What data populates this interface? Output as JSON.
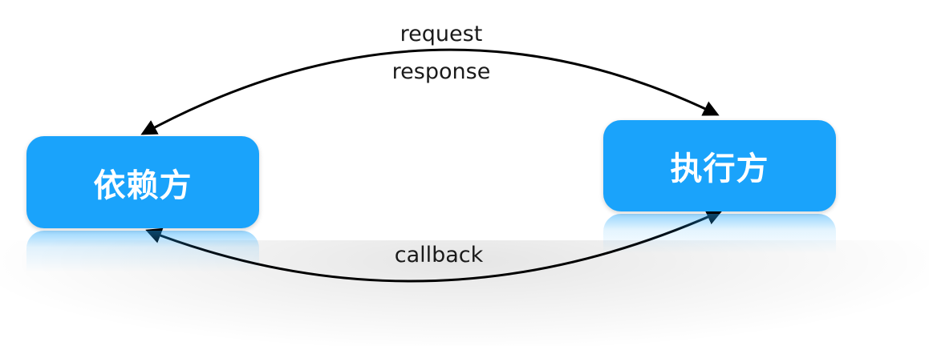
{
  "diagram": {
    "nodes": {
      "dependent": {
        "label": "依赖方"
      },
      "executor": {
        "label": "执行方"
      }
    },
    "edges": {
      "request": {
        "label": "request"
      },
      "response": {
        "label": "response"
      },
      "callback": {
        "label": "callback"
      }
    },
    "colors": {
      "node_fill": "#1aa3fb",
      "node_text": "#ffffff",
      "arrow": "#000000",
      "label_text": "#1a1a1a"
    }
  }
}
